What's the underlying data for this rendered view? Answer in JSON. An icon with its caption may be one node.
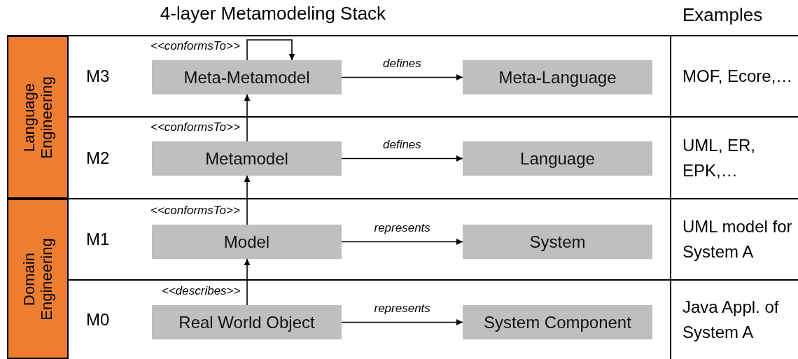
{
  "diagram": {
    "title": "4-layer Metamodeling Stack",
    "nodes": [
      {
        "text": [
          "Language Engineering"
        ]
      },
      {
        "text": [
          "Domain Engineering"
        ]
      },
      {
        "text": [
          "Meta-Metamodel"
        ]
      },
      {
        "text": [
          "Meta-Language"
        ]
      },
      {
        "text": [
          "Metamodel"
        ]
      },
      {
        "text": [
          "Language"
        ]
      },
      {
        "text": [
          "Model"
        ]
      },
      {
        "text": [
          "System"
        ]
      },
      {
        "text": [
          "Real World Object"
        ]
      },
      {
        "text": [
          "System Component"
        ]
      }
    ],
    "edges": [
      {
        "from": 2,
        "to": 2,
        "arrow": "to",
        "label": "<<conformsTo>>"
      },
      {
        "from": 2,
        "to": 3,
        "arrow": "to",
        "label": "defines"
      },
      {
        "from": 4,
        "to": 2,
        "arrow": "to",
        "label": "<<conformsTo>>"
      },
      {
        "from": 4,
        "to": 5,
        "arrow": "to",
        "label": "defines"
      },
      {
        "from": 6,
        "to": 4,
        "arrow": "to",
        "label": "<<conformsTo>>"
      },
      {
        "from": 6,
        "to": 7,
        "arrow": "to",
        "label": "represents"
      },
      {
        "from": 8,
        "to": 6,
        "arrow": "to",
        "label": "<<describes>>"
      },
      {
        "from": 8,
        "to": 9,
        "arrow": "to",
        "label": "represents"
      }
    ],
    "labels": [
      "Examples",
      "M3",
      "MOF, Ecore,…",
      "M2",
      "UML, ER, EPK,…",
      "M1",
      "UML model for System A",
      "M0",
      "Java Appl. of System A"
    ]
  }
}
